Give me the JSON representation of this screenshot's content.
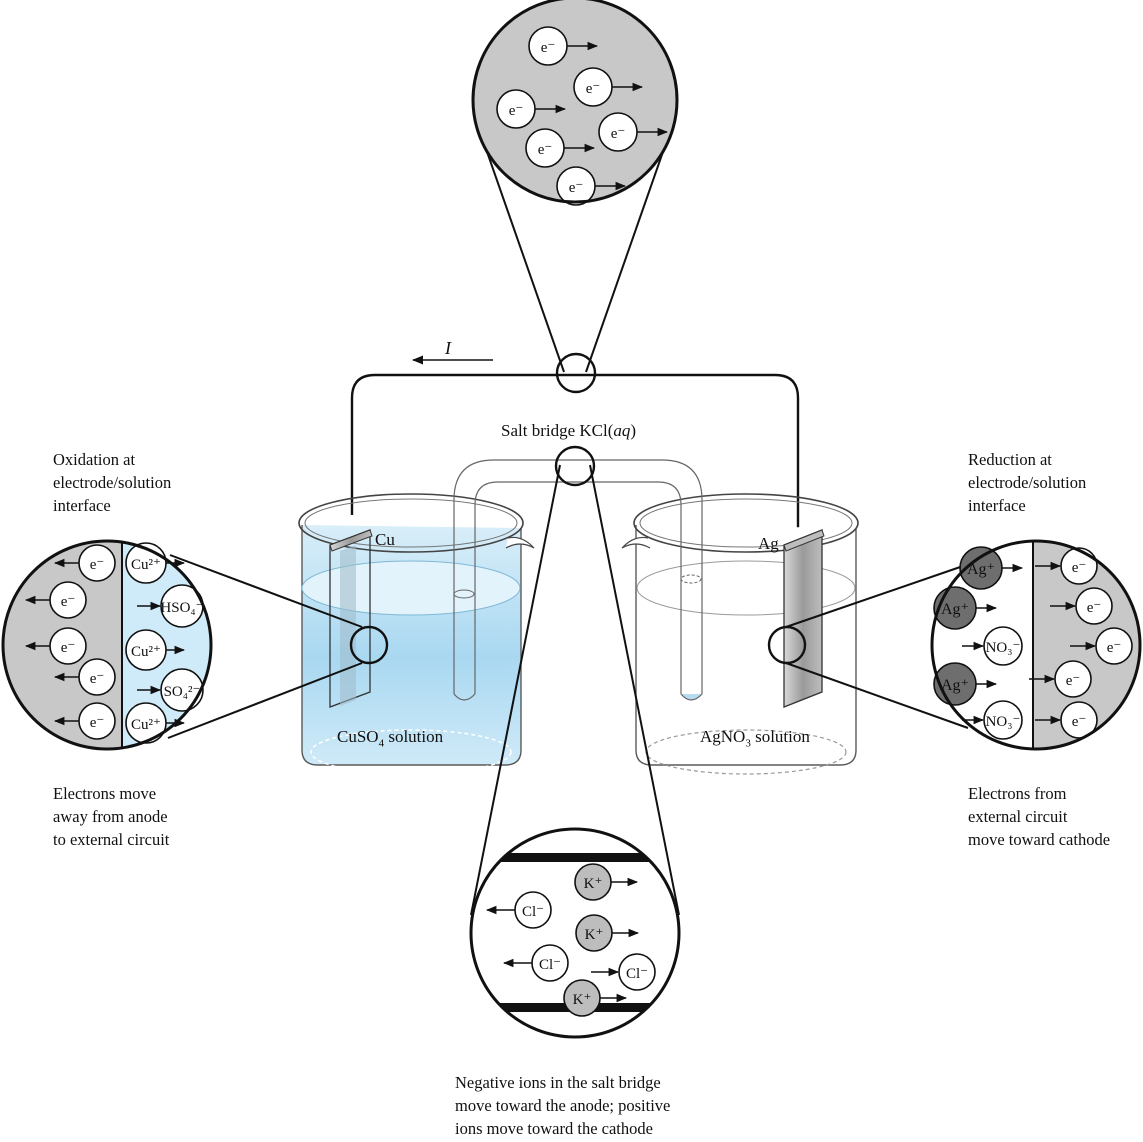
{
  "current_label": "I",
  "salt_bridge_title": [
    "Salt bridge KCl(",
    "aq",
    ")"
  ],
  "left_electrode": "Cu",
  "right_electrode": "Ag",
  "left_solution": [
    "CuSO",
    "4",
    " solution"
  ],
  "right_solution": [
    "AgNO",
    "3",
    " solution"
  ],
  "left_heading": [
    "Oxidation at",
    "electrode/solution",
    "interface"
  ],
  "right_heading": [
    "Reduction at",
    "electrode/solution",
    "interface"
  ],
  "left_caption": [
    "Electrons move",
    "away from anode",
    "to external circuit"
  ],
  "right_caption": [
    "Electrons from",
    "external circuit",
    "move toward cathode"
  ],
  "bridge_caption": [
    "Negative ions in the salt bridge",
    "move toward the anode; positive",
    "ions move toward the cathode"
  ],
  "electron_label": "e⁻",
  "ion_labels": {
    "cu": "Cu²⁺",
    "hso4": "HSO₄⁻",
    "so4": "SO₄²⁻",
    "ag": "Ag⁺",
    "no3": "NO₃⁻",
    "k": "K⁺",
    "cl": "Cl⁻"
  },
  "colors": {
    "cuso4_solution": "#bfe3f6",
    "cuso4_solution_light": "#e3f3fb",
    "cathode_metal": "#9a9a9a",
    "electron_sea": "#c8c8c8",
    "dark_ion": "#6e6e6e",
    "k_ion": "#bdbdbd"
  }
}
